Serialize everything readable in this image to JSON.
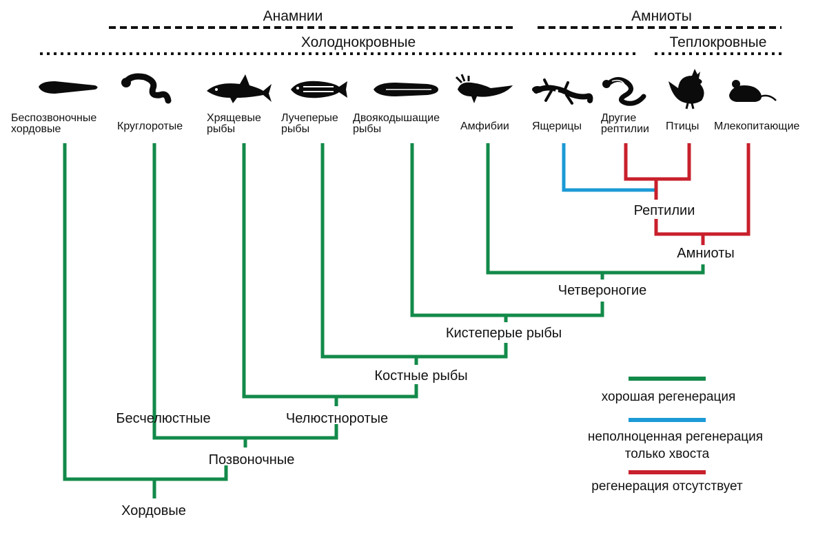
{
  "colors": {
    "good": "#138a4a",
    "partial": "#1b9ad6",
    "none": "#c8202c",
    "ink": "#111111"
  },
  "groups": {
    "anamnia": "Анамнии",
    "amniota": "Амниоты",
    "cold": "Холоднокровные",
    "warm": "Теплокровные"
  },
  "taxa": [
    {
      "icon": "lancelet-icon",
      "line1": "Беспозвоночные",
      "line2": "хордовые"
    },
    {
      "icon": "lamprey-icon",
      "line1": "Круглоротые",
      "line2": ""
    },
    {
      "icon": "shark-icon",
      "line1": "Хрящевые",
      "line2": "рыбы"
    },
    {
      "icon": "fish-icon",
      "line1": "Лучеперые",
      "line2": "рыбы"
    },
    {
      "icon": "lungfish-icon",
      "line1": "Двоякодышащие",
      "line2": "рыбы"
    },
    {
      "icon": "axolotl-icon",
      "line1": "Амфибии",
      "line2": ""
    },
    {
      "icon": "lizard-icon",
      "line1": "Ящерицы",
      "line2": ""
    },
    {
      "icon": "snake-icon",
      "line1": "Другие",
      "line2": "рептилии"
    },
    {
      "icon": "hen-icon",
      "line1": "Птицы",
      "line2": ""
    },
    {
      "icon": "mouse-icon",
      "line1": "Млекопитающие",
      "line2": ""
    }
  ],
  "nodes": {
    "reptiles": "Рептилии",
    "amniotes": "Амниоты",
    "tetrapods": "Четвероногие",
    "lobefins": "Кистеперые рыбы",
    "bonyfish": "Костные рыбы",
    "jawless": "Бесчелюстные",
    "jawed": "Челюстноротые",
    "vertebrates": "Позвоночные",
    "chordates": "Хордовые"
  },
  "legend": {
    "good": "хорошая регенерация",
    "partial_line1": "неполноценная регенерация",
    "partial_line2": "только хвоста",
    "none": "регенерация отсутствует"
  }
}
